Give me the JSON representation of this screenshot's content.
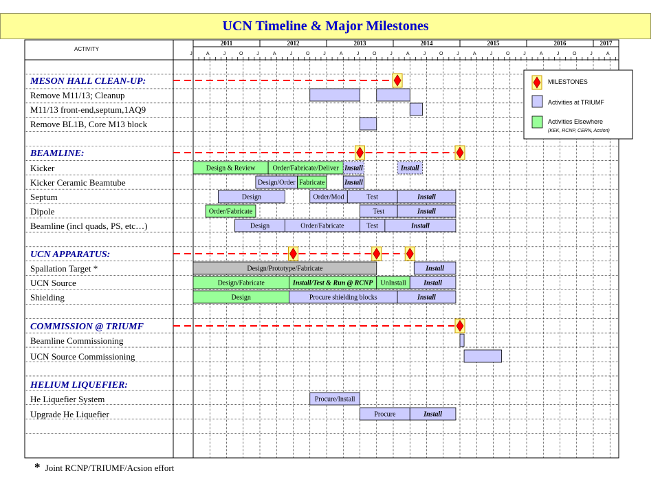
{
  "title": "UCN Timeline & Major Milestones",
  "activity_header": "ACTIVITY",
  "years": [
    "2011",
    "2012",
    "2013",
    "2014",
    "2015",
    "2016",
    "2017"
  ],
  "months": [
    "J",
    "A",
    "J",
    "O",
    "J",
    "A",
    "J",
    "O",
    "J",
    "A",
    "J",
    "O",
    "J",
    "A",
    "J",
    "O",
    "J",
    "A",
    "J",
    "O",
    "J",
    "A",
    "J",
    "O",
    "J",
    "A"
  ],
  "colors": {
    "title_bg": "#ffff99",
    "triumf": "#ccccff",
    "elsewhere": "#99ff99",
    "spallation": "#c0c0c0",
    "milestone": "#ff0000",
    "milestone_border": "#cc9900",
    "dashed_line": "#ff0000",
    "section_text": "#000099"
  },
  "rows": [
    {
      "label": "MESON HALL CLEAN-UP:",
      "section": true
    },
    {
      "label": "Remove M11/13; Cleanup"
    },
    {
      "label": "M11/13 front-end,septum,1AQ9"
    },
    {
      "label": "Remove BL1B, Core M13 block"
    },
    {
      "label": "BEAMLINE:",
      "section": true
    },
    {
      "label": "Kicker"
    },
    {
      "label": "Kicker Ceramic Beamtube"
    },
    {
      "label": "Septum"
    },
    {
      "label": "Dipole"
    },
    {
      "label": "Beamline (incl quads, PS, etc…)"
    },
    {
      "label": "UCN APPARATUS:",
      "section": true
    },
    {
      "label": "Spallation Target *"
    },
    {
      "label": "UCN Source"
    },
    {
      "label": "Shielding"
    },
    {
      "label": "COMMISSION @ TRIUMF",
      "section": true
    },
    {
      "label": "Beamline Commissioning"
    },
    {
      "label": "UCN Source Commissioning"
    },
    {
      "label": "HELIUM LIQUEFIER:",
      "section": true
    },
    {
      "label": "He Liquefier System"
    },
    {
      "label": "Upgrade He Liquefier"
    }
  ],
  "bars": [
    {
      "row": 1,
      "start": 7.0,
      "end": 10.0,
      "label": "",
      "kind": "triumf"
    },
    {
      "row": 1,
      "start": 11.0,
      "end": 13.0,
      "label": "",
      "kind": "triumf"
    },
    {
      "row": 2,
      "start": 13.0,
      "end": 13.75,
      "label": "",
      "kind": "triumf"
    },
    {
      "row": 3,
      "start": 10.0,
      "end": 11.0,
      "label": "",
      "kind": "triumf"
    },
    {
      "row": 5,
      "start": 0.0,
      "end": 4.5,
      "label": "Design & Review",
      "kind": "elsewhere"
    },
    {
      "row": 5,
      "start": 4.5,
      "end": 9.0,
      "label": "Order/Fabricate/Deliver",
      "kind": "elsewhere"
    },
    {
      "row": 5,
      "start": 9.0,
      "end": 10.25,
      "label": "Install",
      "kind": "triumf",
      "dashed": true,
      "italic": true
    },
    {
      "row": 5,
      "start": 12.25,
      "end": 13.75,
      "label": "Install",
      "kind": "triumf",
      "dashed": true,
      "italic": true
    },
    {
      "row": 6,
      "start": 3.75,
      "end": 6.25,
      "label": "Design/Order",
      "kind": "triumf"
    },
    {
      "row": 6,
      "start": 6.25,
      "end": 8.0,
      "label": "Fabricate",
      "kind": "elsewhere"
    },
    {
      "row": 6,
      "start": 9.0,
      "end": 10.25,
      "label": "Install",
      "kind": "triumf",
      "italic": true
    },
    {
      "row": 7,
      "start": 1.5,
      "end": 5.5,
      "label": "Design",
      "kind": "triumf"
    },
    {
      "row": 7,
      "start": 7.0,
      "end": 9.25,
      "label": "Order/Mod",
      "kind": "triumf"
    },
    {
      "row": 7,
      "start": 9.25,
      "end": 12.25,
      "label": "Test",
      "kind": "triumf"
    },
    {
      "row": 7,
      "start": 12.25,
      "end": 15.75,
      "label": "Install",
      "kind": "triumf",
      "italic": true
    },
    {
      "row": 8,
      "start": 0.75,
      "end": 3.75,
      "label": "Order/Fabricate",
      "kind": "elsewhere"
    },
    {
      "row": 8,
      "start": 10.0,
      "end": 12.25,
      "label": "Test",
      "kind": "triumf"
    },
    {
      "row": 8,
      "start": 12.25,
      "end": 15.75,
      "label": "Install",
      "kind": "triumf",
      "italic": true
    },
    {
      "row": 9,
      "start": 2.5,
      "end": 5.5,
      "label": "Design",
      "kind": "triumf"
    },
    {
      "row": 9,
      "start": 5.5,
      "end": 10.0,
      "label": "Order/Fabricate",
      "kind": "triumf"
    },
    {
      "row": 9,
      "start": 10.0,
      "end": 11.5,
      "label": "Test",
      "kind": "triumf"
    },
    {
      "row": 9,
      "start": 11.5,
      "end": 15.75,
      "label": "Install",
      "kind": "triumf",
      "italic": true
    },
    {
      "row": 11,
      "start": 0.0,
      "end": 11.0,
      "label": "Design/Prototype/Fabricate",
      "kind": "spallation"
    },
    {
      "row": 11,
      "start": 13.25,
      "end": 15.75,
      "label": "Install",
      "kind": "triumf",
      "italic": true
    },
    {
      "row": 12,
      "start": 0.0,
      "end": 5.75,
      "label": "Design/Fabricate",
      "kind": "elsewhere"
    },
    {
      "row": 12,
      "start": 5.75,
      "end": 11.0,
      "label": "Install/Test & Run @ RCNP",
      "kind": "elsewhere",
      "italic": true
    },
    {
      "row": 12,
      "start": 11.0,
      "end": 13.0,
      "label": "UnInstall",
      "kind": "elsewhere"
    },
    {
      "row": 12,
      "start": 13.0,
      "end": 15.75,
      "label": "Install",
      "kind": "triumf",
      "italic": true
    },
    {
      "row": 13,
      "start": 0.0,
      "end": 5.75,
      "label": "Design",
      "kind": "elsewhere"
    },
    {
      "row": 13,
      "start": 5.75,
      "end": 12.25,
      "label": "Procure shielding blocks",
      "kind": "triumf"
    },
    {
      "row": 13,
      "start": 12.25,
      "end": 15.75,
      "label": "Install",
      "kind": "triumf",
      "italic": true
    },
    {
      "row": 15,
      "start": 16.0,
      "end": 16.25,
      "label": "",
      "kind": "triumf"
    },
    {
      "row": 16,
      "start": 16.25,
      "end": 18.5,
      "label": "",
      "kind": "triumf"
    },
    {
      "row": 18,
      "start": 7.0,
      "end": 10.0,
      "label": "Procure/Install",
      "kind": "triumf"
    },
    {
      "row": 19,
      "start": 10.0,
      "end": 13.0,
      "label": "Procure",
      "kind": "triumf"
    },
    {
      "row": 19,
      "start": 13.0,
      "end": 15.75,
      "label": "Install",
      "kind": "triumf",
      "italic": true
    }
  ],
  "milestones": [
    {
      "row": 0,
      "at": 12.25,
      "line_from": 0.0
    },
    {
      "row": 4,
      "at": 10.0,
      "line_from": 0.0
    },
    {
      "row": 4,
      "at": 16.0,
      "line_from": 10.0
    },
    {
      "row": 10,
      "at": 6.0,
      "line_from": 0.0
    },
    {
      "row": 10,
      "at": 11.0,
      "line_from": 6.0
    },
    {
      "row": 10,
      "at": 13.0,
      "line_from": 11.0
    },
    {
      "row": 14,
      "at": 16.0,
      "line_from": 0.0
    }
  ],
  "legend": {
    "milestones": "MILESTONES",
    "triumf": "Activities  at TRIUMF",
    "elsewhere": "Activities  Elsewhere",
    "elsewhere_note": "(KEK, RCNP, CERN, Acsion)"
  },
  "footnote": {
    "star": "*",
    "text": "Joint RCNP/TRIUMF/Acsion effort"
  }
}
